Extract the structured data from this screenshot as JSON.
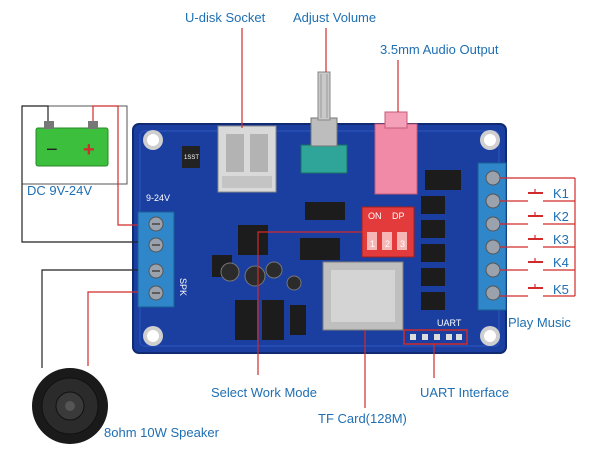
{
  "labels": {
    "udisk": "U-disk Socket",
    "volume": "Adjust Volume",
    "audio_out": "3.5mm Audio Output",
    "dc_power": "DC 9V-24V",
    "select_mode": "Select Work Mode",
    "tf_card": "TF Card(128M)",
    "uart_interface": "UART Interface",
    "speaker": "8ohm 10W Speaker",
    "play_music": "Play Music"
  },
  "keys": [
    "K1",
    "K2",
    "K3",
    "K4",
    "K5"
  ],
  "battery": {
    "minus": "−",
    "plus": "+"
  },
  "board_silk": {
    "voltage": "9-24V",
    "spk": "SPK",
    "on": "ON",
    "dp": "DP",
    "dip1": "1",
    "dip2": "2",
    "dip3": "3",
    "uart": "UART",
    "chip": "1SST"
  },
  "colors": {
    "board": "#1a3fa0",
    "leader": "#d12b2b",
    "label": "#1e6fb3",
    "terminal": "#2f86c9",
    "battery": "#3cbf3c"
  }
}
